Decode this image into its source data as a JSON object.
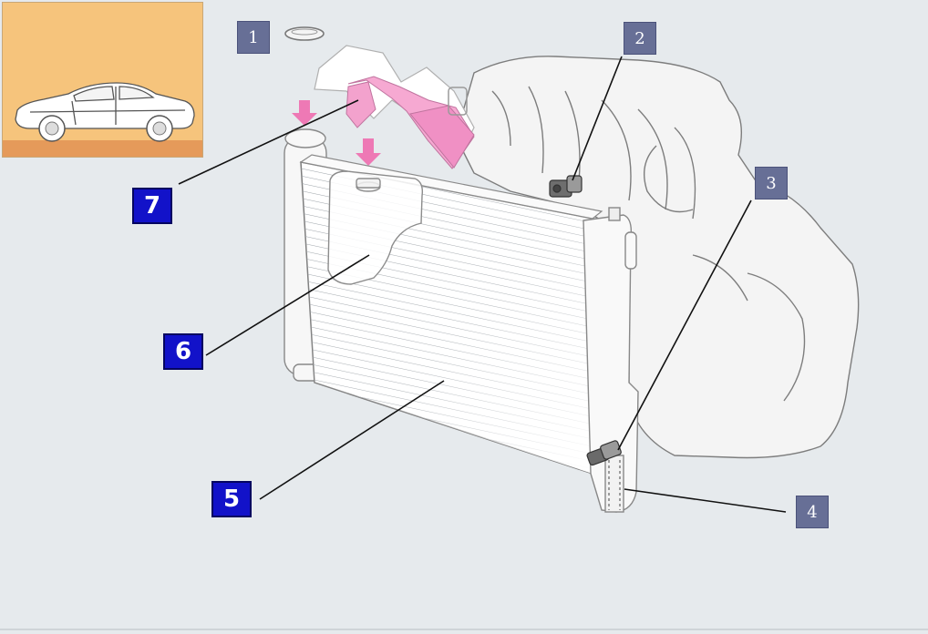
{
  "callouts": {
    "c1": "1",
    "c2": "2",
    "c3": "3",
    "c4": "4",
    "c5": "5",
    "c6": "6",
    "c7": "7"
  },
  "colors": {
    "background": "#e6eaed",
    "thumbnail_bg": "#f6c47c",
    "thumbnail_ground": "#e59a5a",
    "minor_callout": "#676f96",
    "major_callout": "#1212c9",
    "highlight_pink": "#f090c4",
    "arrow_pink": "#ee79b5"
  },
  "icons": {
    "thumbnail": "car-side-icon"
  }
}
